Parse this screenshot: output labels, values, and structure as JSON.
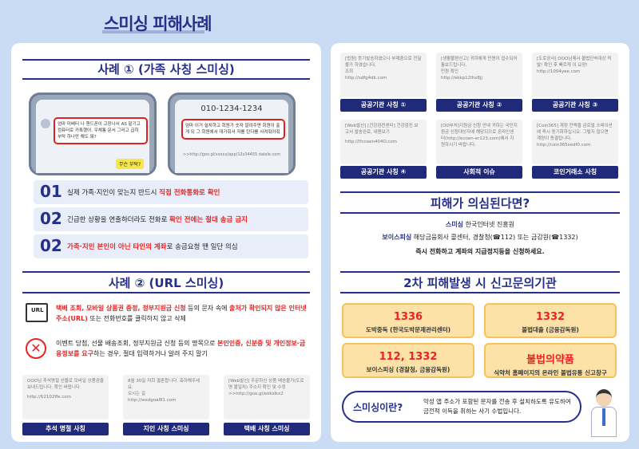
{
  "page_title": "스미싱 피해사례",
  "case1": {
    "heading": "사례 ① (가족 사칭 스미싱)",
    "phone2_number": "010-1234-1234",
    "phone1_msg": "엄마 미배터 나 핸드폰이 고장나서 AS 맡기고 컴퓨터로 카톡했어. 우체통 문서 그러고 급히 부탁 하나만 해도 돼?",
    "phone1_btn": "무슨 부탁?",
    "phone2_msg": "엄마 이거 설치하고 회원가 숫자 알려주면 회원이 출게 되 그 회원에서 대가줘서 저를 탄다를 사켜줘야줘",
    "phone2_link": ">>http://goo.gl/xxxxx/app/12s34455 dalele.com",
    "items": [
      {
        "num": "01",
        "pre": "실제 가족·지인이 맞는지 반드시 ",
        "hl": "직접 전화통화로 확인",
        "post": ""
      },
      {
        "num": "02",
        "pre": "긴급한 상황을 연출하더라도 전화로 ",
        "hl": "확인 전에는 절대 송금 금지",
        "post": ""
      },
      {
        "num": "02",
        "pre": "",
        "hl": "가족·지인 본인이 아닌 타인의 계좌",
        "post": "로 송금요청 땐 일단 의심"
      }
    ]
  },
  "case2": {
    "heading": "사례 ② (URL 스미싱)",
    "p1_hl1": "택배 조회, 모바일 상품권 증정, 정부지원금 신청",
    "p1_mid": " 등의 문자 속에 ",
    "p1_hl2": "출처가 확인되지 않은 인터넷 주소(URL)",
    "p1_end": " 또는 전화번호를 클릭하지 않고 삭제",
    "p2_pre": "이벤트 당첨, 선물 배송조회, 정부지원금 신청 등의 명목으로 ",
    "p2_hl": "본인인증, 신분증 및 개인정보·금융정보를 요구",
    "p2_end": "하는 경우, 절대 입력하거나 알려 주지 말기",
    "url_icon_text": "URL",
    "cards": [
      {
        "text": "OOO님 추석명절 선물로 모바일 상품권을 보내드립니다. 확인 바랍니다.",
        "link": "http://62102ffe.com",
        "btn": "추석 명절 사칭"
      },
      {
        "text": "8월 30일 저희 결혼합니다. 축하해주세요.",
        "extra": "오시는 길",
        "link": "http://wedgoal81.com",
        "btn": "지인 사칭 스미싱"
      },
      {
        "text": "[Web발신] 주문하신 상품 배송불가(도로명 불일치) 주소지 확인 및 수정",
        "link": ">>http://goo.gl/ekkslkx2",
        "btn": "택배 사칭 스미싱"
      }
    ]
  },
  "public": {
    "cards": [
      {
        "text": "[법원] 등기발송하였으나 부재중으로 전달불가 하였습니다.",
        "extra": "조회",
        "link": "http://sdfg4dk.com",
        "btn": "공공기관 사칭 ①"
      },
      {
        "text": "[생활불편신고] 귀하에게 민원이 접수되어 통보드립니다.",
        "extra": "민원 확인",
        "link": "http://ekkp12lhx8jj",
        "btn": "공공기관 사칭 ②"
      },
      {
        "text": "[도로공사] OOO님께서 불법단속대상 적발! 확인 후 빠르게 이 요망!",
        "link": "http://1004yee.com",
        "btn": "공공기관 사칭 ③"
      },
      {
        "text": "[Web발신] [건강검진센터] 건강검진 보고서 발송완료, 내용보기",
        "link": "http://lfcoaen404O.com",
        "btn": "공공기관 사칭 ④"
      },
      {
        "text": "[OO부처]지원금 신청 안내 귀하는 국민지원금 신청대상자에 해당되므로 온라인센터(http://ecoen-er123.com)에서 지원하시기 바랍니다.",
        "btn": "사회적 이슈"
      },
      {
        "text": "[Coin365] 계정 잔액을 금로벌 스테이션에 즉시 동기화하십시오. 그렇지 않으면 계정이 동결됩니다.",
        "link": "http://coin365sedf0.com",
        "btn": "코인거래소 사칭"
      }
    ]
  },
  "suspect": {
    "heading": "피해가 의심된다면?",
    "l1_label": "스미싱",
    "l1_text": "한국인터넷 진흥원",
    "l2_label": "보이스피싱",
    "l2_text": "해당금융회사 콜센터, 경찰청(☎112) 또는 금감원(☎1332)",
    "l3": "즉시 전화하고 계좌의 지급정지등을 신청하세요."
  },
  "report": {
    "heading": "2차 피해발생 시 신고문의기관",
    "boxes": [
      {
        "big": "1336",
        "sm": "도박중독 (한국도박문제관리센터)"
      },
      {
        "big": "1332",
        "sm": "불법대출 (금융감독원)"
      },
      {
        "big": "112, 1332",
        "sm": "보이스피싱 (경찰청, 금융감독원)"
      },
      {
        "big": "불법의약품",
        "sm": "식약처 홈페이지의 온라인 불법유통 신고창구"
      }
    ]
  },
  "define": {
    "label": "스미싱이란?",
    "text": "악성 앱 주소가 포함된 문자를 전송 후 설치하도록 유도하여 금전적 이득을 취하는 사기 수법입니다."
  }
}
